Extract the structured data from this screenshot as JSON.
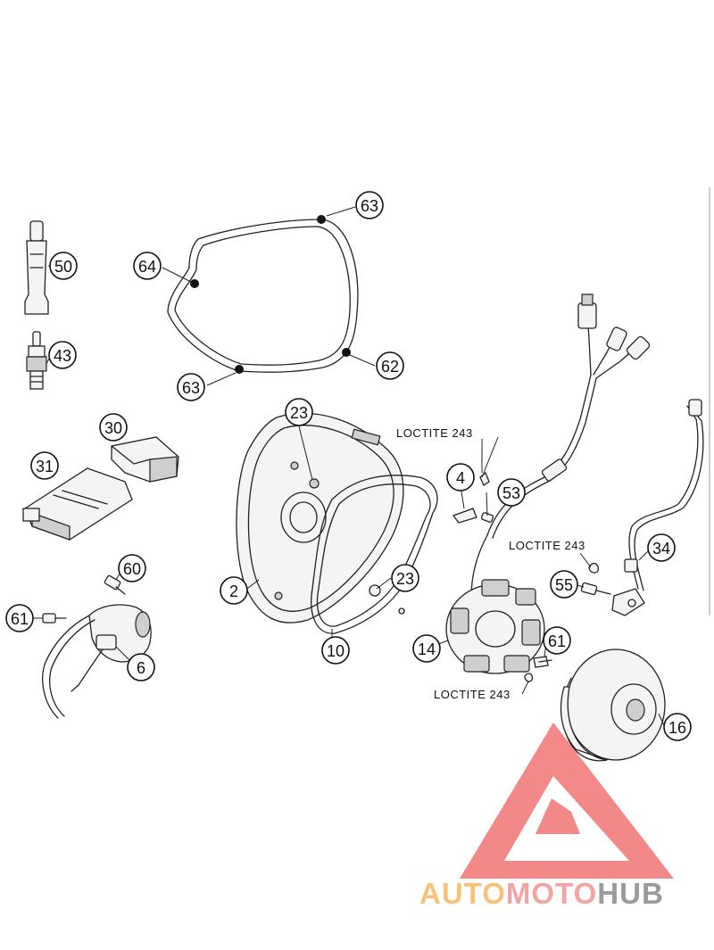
{
  "callouts": {
    "c63a": "63",
    "c64": "64",
    "c62": "62",
    "c63b": "63",
    "c50": "50",
    "c43": "43",
    "c30": "30",
    "c31": "31",
    "c23a": "23",
    "c23b": "23",
    "c4": "4",
    "c53": "53",
    "c2": "2",
    "c10": "10",
    "c60": "60",
    "c61a": "61",
    "c6": "6",
    "c14": "14",
    "c61b": "61",
    "c34": "34",
    "c55": "55",
    "c16": "16"
  },
  "notes": {
    "loctite_top": "LOCTITE 243",
    "loctite_mid": "LOCTITE 243",
    "loctite_bottom": "LOCTITE 243"
  },
  "watermark": {
    "part1": "AUTO",
    "part2": "MOTO",
    "part3": "HUB",
    "color1": "#f6c27a",
    "color2": "#f2a3a3",
    "color3": "#9a9a9a",
    "logo_color": "#f06b6b"
  }
}
